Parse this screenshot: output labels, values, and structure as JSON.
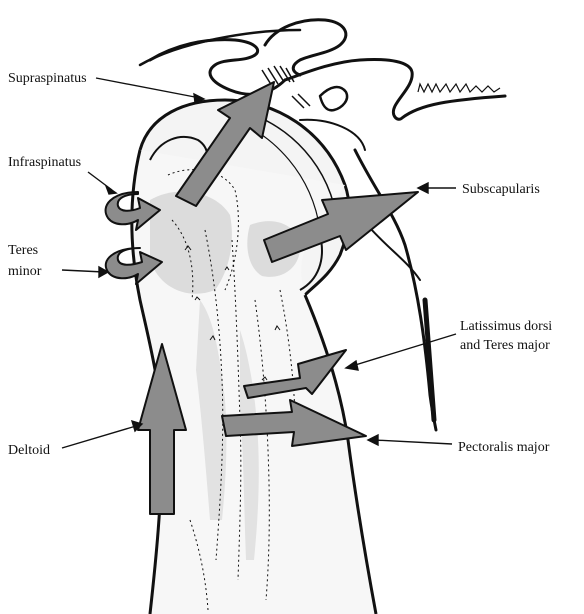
{
  "labels": {
    "supraspinatus": "Supraspinatus",
    "infraspinatus": "Infraspinatus",
    "teres_minor_line1": "Teres",
    "teres_minor_line2": "minor",
    "subscapularis": "Subscapularis",
    "latissimus_line1": "Latissimus dorsi",
    "latissimus_line2": "and Teres major",
    "deltoid": "Deltoid",
    "pectoralis_major": "Pectoralis major"
  },
  "colors": {
    "ink": "#111111",
    "arrow_fill": "#8c8c8c",
    "bone_shade": "#dcdcdc"
  }
}
